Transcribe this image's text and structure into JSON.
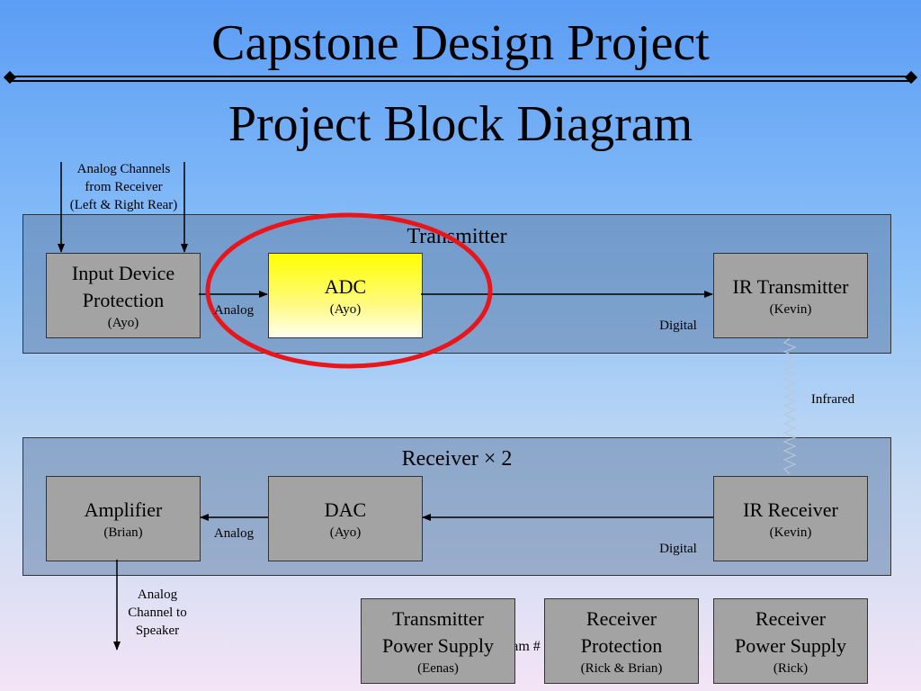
{
  "slide": {
    "title": "Capstone Design Project",
    "subtitle": "Project Block Diagram",
    "footer_partial": "am #"
  },
  "groups": {
    "transmitter": "Transmitter",
    "receiver": "Receiver × 2"
  },
  "blocks": {
    "input_protection": {
      "name_line1": "Input Device",
      "name_line2": "Protection",
      "owner": "(Ayo)"
    },
    "adc": {
      "name": "ADC",
      "owner": "(Ayo)"
    },
    "ir_transmitter": {
      "name": "IR Transmitter",
      "owner": "(Kevin)"
    },
    "amplifier": {
      "name": "Amplifier",
      "owner": "(Brian)"
    },
    "dac": {
      "name": "DAC",
      "owner": "(Ayo)"
    },
    "ir_receiver": {
      "name": "IR Receiver",
      "owner": "(Kevin)"
    },
    "tx_power": {
      "name_line1": "Transmitter",
      "name_line2": "Power Supply",
      "owner": "(Eenas)"
    },
    "rx_protection": {
      "name_line1": "Receiver",
      "name_line2": "Protection",
      "owner": "(Rick & Brian)"
    },
    "rx_power": {
      "name_line1": "Receiver",
      "name_line2": "Power Supply",
      "owner": "(Rick)"
    }
  },
  "labels": {
    "analog_channels_1": "Analog Channels",
    "analog_channels_2": "from Receiver",
    "analog_channels_3": "(Left & Right Rear)",
    "tx_analog": "Analog",
    "tx_digital": "Digital",
    "infrared": "Infrared",
    "rx_analog": "Analog",
    "rx_digital": "Digital",
    "speaker_1": "Analog",
    "speaker_2": "Channel to",
    "speaker_3": "Speaker"
  },
  "colors": {
    "highlight_ellipse": "#e8161b",
    "adc_fill": "#ffff00",
    "block_fill": "#a3a3a3"
  }
}
